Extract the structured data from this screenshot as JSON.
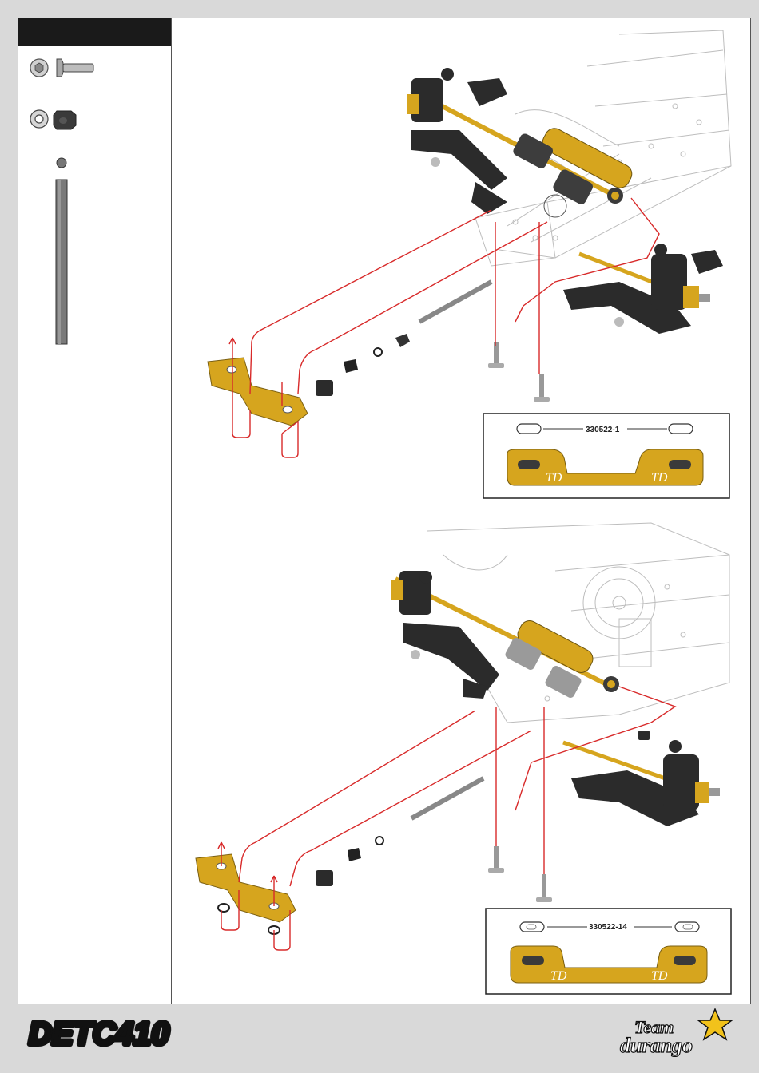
{
  "callouts": [
    {
      "part_number": "330522-1"
    },
    {
      "part_number": "330522-14"
    }
  ],
  "logos": {
    "product": "DETC410",
    "brand_line1": "Team",
    "brand_line2": "durango"
  },
  "colors": {
    "anodized_gold": "#d6a51e",
    "plastic_black": "#2b2b2b",
    "guide_line": "#d82a2a",
    "chassis_line": "#b9b9b9"
  }
}
